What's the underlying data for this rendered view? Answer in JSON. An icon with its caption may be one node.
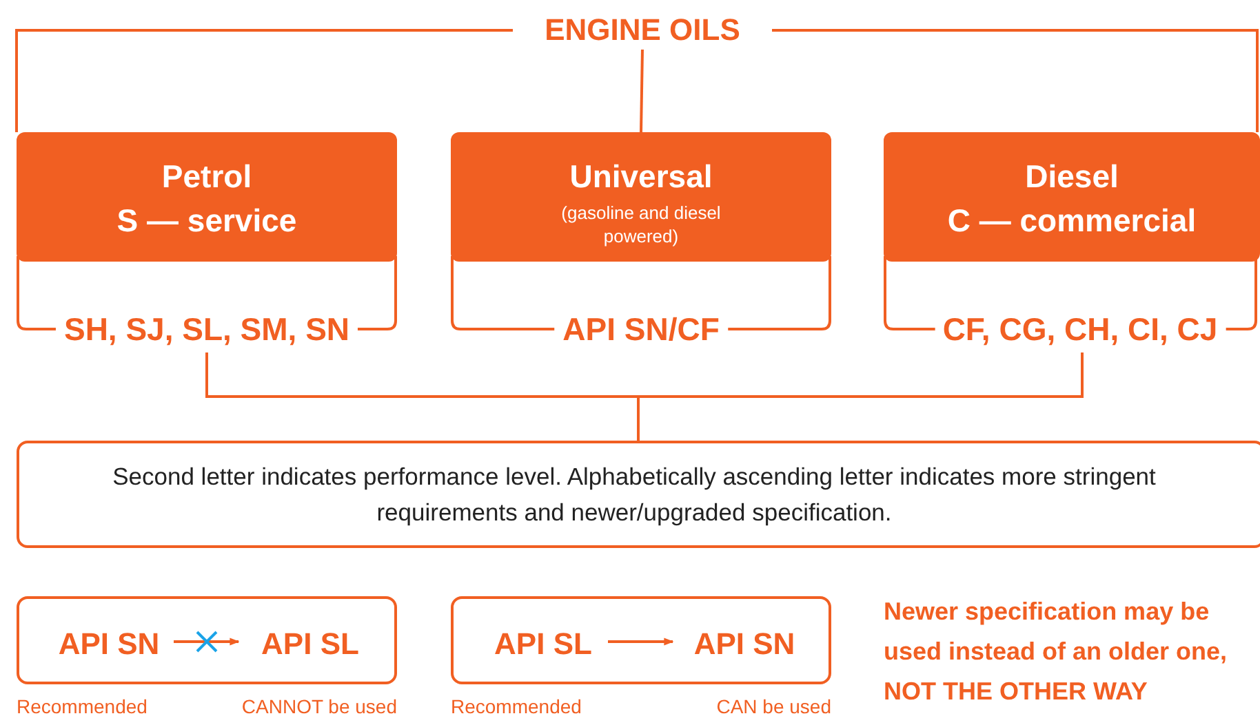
{
  "diagram": {
    "nodes": [
      {
        "text": [
          "ENGINE OILS"
        ]
      },
      {
        "text": [
          "Petrol",
          "S — service"
        ],
        "beside": [
          "SH, SJ, SL, SM, SN"
        ]
      },
      {
        "text": [
          "Universal",
          "(gasoline and diesel powered)"
        ],
        "beside": [
          "API SN/CF"
        ]
      },
      {
        "text": [
          "Diesel",
          "C — commercial"
        ],
        "beside": [
          "CF, CG, CH, CI, CJ"
        ]
      },
      {
        "text": [
          "Second letter indicates performance level. Alphabetically ascending letter indicates more stringent requirements and newer/upgraded specification."
        ]
      },
      {
        "text": [],
        "shape": "box",
        "beside": [
          "Recommended",
          "CANNOT be used"
        ]
      },
      {
        "text": [
          "API SN"
        ],
        "in": 5
      },
      {
        "text": [
          "API SL"
        ],
        "in": 5
      },
      {
        "text": [],
        "shape": "box",
        "beside": [
          "Recommended",
          "CAN be used"
        ]
      },
      {
        "text": [
          "API SL"
        ],
        "in": 8
      },
      {
        "text": [
          "API SN"
        ],
        "in": 8
      }
    ],
    "edges": [
      {
        "from": 0,
        "to": 1,
        "arrow": "none"
      },
      {
        "from": 0,
        "to": 2,
        "arrow": "none"
      },
      {
        "from": 0,
        "to": 3,
        "arrow": "none"
      },
      {
        "from": 1,
        "to": 4,
        "arrow": "none"
      },
      {
        "from": 3,
        "to": 4,
        "arrow": "none"
      },
      {
        "from": 6,
        "to": 7,
        "arrow": "to"
      },
      {
        "from": 9,
        "to": 10,
        "arrow": "to"
      }
    ],
    "labels": [
      "Newer specification may be used instead of an older one, NOT THE OTHER WAY"
    ]
  }
}
